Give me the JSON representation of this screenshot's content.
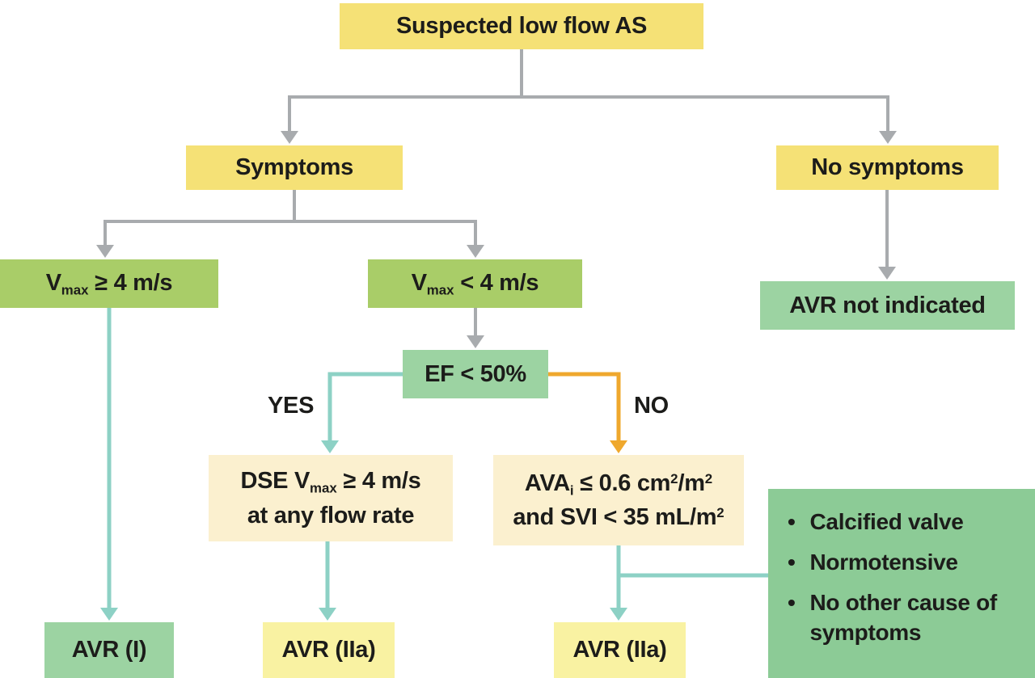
{
  "colors": {
    "yellow": "#f5e176",
    "pale_yellow": "#f9f2a2",
    "leaf_green": "#a9cd68",
    "soft_green": "#9cd3a2",
    "criteria_green": "#8ccb96",
    "cream": "#fbf0cf",
    "gray_arrow": "#a8abae",
    "teal_arrow": "#8dd1c5",
    "orange_arrow": "#efa82d",
    "text": "#1c1c1a"
  },
  "nodes": {
    "root": {
      "label": "Suspected low flow AS"
    },
    "symptoms": {
      "label": "Symptoms"
    },
    "no_symptoms": {
      "label": "No symptoms"
    },
    "vmax_ge4": {
      "rich": [
        {
          "t": "V"
        },
        {
          "t": "max",
          "s": "sub"
        },
        {
          "t": " ≥ 4 m/s"
        }
      ]
    },
    "vmax_lt4": {
      "rich": [
        {
          "t": "V"
        },
        {
          "t": "max",
          "s": "sub"
        },
        {
          "t": " < 4 m/s"
        }
      ]
    },
    "avr_not_indicated": {
      "label": "AVR not indicated"
    },
    "ef_lt_50": {
      "label": "EF < 50%"
    },
    "dse": {
      "line1": [
        {
          "t": "DSE V"
        },
        {
          "t": "max",
          "s": "sub"
        },
        {
          "t": " ≥ 4 m/s"
        }
      ],
      "line2": "at any flow rate"
    },
    "ava": {
      "line1": [
        {
          "t": "AVA"
        },
        {
          "t": "i",
          "s": "sub"
        },
        {
          "t": " ≤ 0.6 cm"
        },
        {
          "t": "2",
          "s": "sup"
        },
        {
          "t": "/m"
        },
        {
          "t": "2",
          "s": "sup"
        }
      ],
      "line2": [
        {
          "t": "and SVI < 35 mL/m"
        },
        {
          "t": "2",
          "s": "sup"
        }
      ]
    },
    "avr_1": {
      "label": "AVR (I)"
    },
    "avr_2a_left": {
      "label": "AVR (IIa)"
    },
    "avr_2a_right": {
      "label": "AVR (IIa)"
    },
    "criteria": {
      "bullets": [
        "Calcified valve",
        "Normotensive",
        "No other cause of symptoms"
      ]
    }
  },
  "edges": {
    "yes_label": "YES",
    "no_label": "NO"
  }
}
